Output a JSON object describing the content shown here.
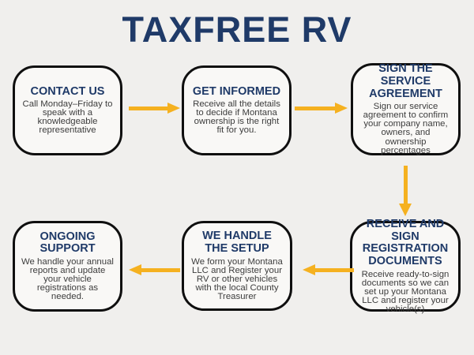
{
  "title": "TAXFREE RV",
  "colors": {
    "navy": "#1f3a68",
    "gold": "#f5b120",
    "background": "#f0efed",
    "box_fill": "#f9f8f6",
    "box_border": "#0f0f0f",
    "body_text": "#3d3d3d"
  },
  "steps": [
    {
      "heading": "CONTACT US",
      "body": "Call Monday–Friday to speak with a knowledgeable representative"
    },
    {
      "heading": "GET INFORMED",
      "body": "Receive all the details to decide if Montana ownership is the right fit for you."
    },
    {
      "heading": "SIGN THE SERVICE AGREEMENT",
      "body": "Sign our service agreement to confirm your company name, owners, and ownership percentages"
    },
    {
      "heading": "RECEIVE AND SIGN REGISTRATION DOCUMENTS",
      "body": "Receive ready-to-sign documents so we can set up your Montana LLC and register your vehicle(s)"
    },
    {
      "heading": "WE HANDLE THE SETUP",
      "body": "We form your Montana LLC and Register your RV or other vehicles with the local County Treasurer"
    },
    {
      "heading": "ONGOING SUPPORT",
      "body": "We handle your annual reports and update your vehicle registrations as needed."
    }
  ],
  "flow": {
    "arrows": [
      "right",
      "right",
      "down",
      "left",
      "left"
    ]
  }
}
